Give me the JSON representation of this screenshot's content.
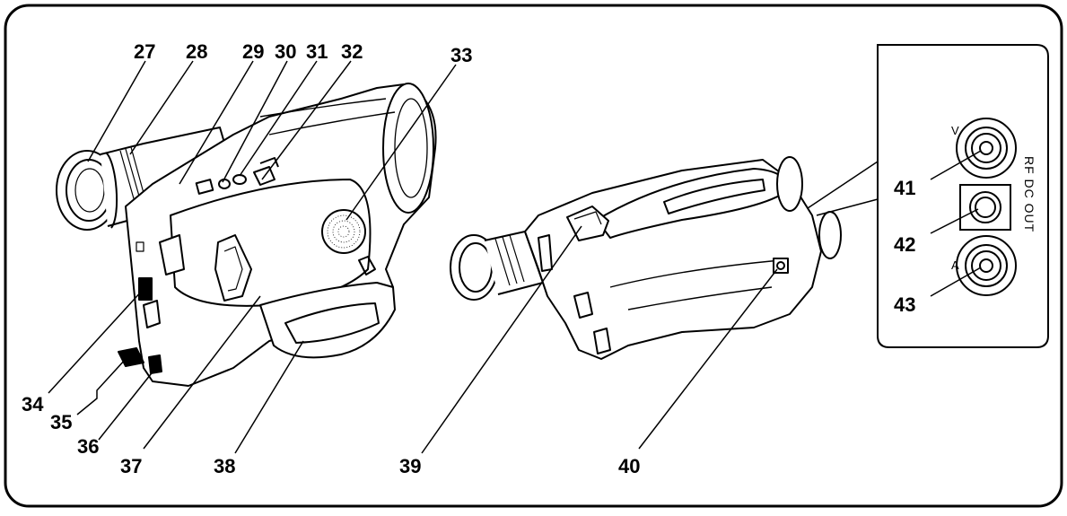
{
  "callouts": {
    "n27": "27",
    "n28": "28",
    "n29": "29",
    "n30": "30",
    "n31": "31",
    "n32": "32",
    "n33": "33",
    "n34": "34",
    "n35": "35",
    "n36": "36",
    "n37": "37",
    "n38": "38",
    "n39": "39",
    "n40": "40",
    "n41": "41",
    "n42": "42",
    "n43": "43"
  },
  "jack_panel": {
    "v_label": "V",
    "a_label": "A",
    "rf_dc_out_label": "RF DC OUT"
  }
}
